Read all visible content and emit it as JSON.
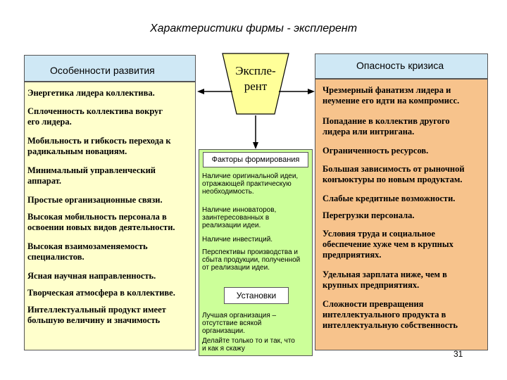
{
  "title": "Характеристики фирмы - эксплерент",
  "left": {
    "header": "Особенности развития",
    "items": [
      "Энергетика лидера коллектива.",
      "Сплоченность коллектива вокруг\nего лидера.",
      "Мобильность и гибкость перехода к\nрадикальным новациям.",
      "Минимальный управленческий\nаппарат.",
      "Простые организационные связи.",
      "Высокая мобильность персонала в\nосвоении новых видов деятельности.",
      "Высокая взаимозаменяемость\nспециалистов.",
      "Ясная научная направленность.",
      "Творческая атмосфера в коллективе.",
      "Интеллектуальный продукт имеет\nбольшую величину и значимость"
    ]
  },
  "center": {
    "label": "Экспле-\nрент",
    "factors_header": "Факторы формирования",
    "factors": [
      "Наличие оригинальной идеи,\nотражающей практическую\nнеобходимость.",
      "Наличие инноваторов,\nзаинтересованных в\nреализации идеи.",
      "Наличие инвестиций.",
      "Перспективы производства и\nсбыта продукции, полученной\nот реализации идеи."
    ],
    "settings_header": "Установки",
    "settings": [
      "Лучшая организация –\nотсутствие всякой\nорганизации.",
      "Делайте только то и так, что\nи как я скажу"
    ]
  },
  "right": {
    "header": "Опасность кризиса",
    "items": [
      "Чрезмерный фанатизм лидера и\nнеумение его идти на компромисс.",
      "Попадание в коллектив другого\nлидера или интригана.",
      "Ограниченность ресурсов.",
      "Большая зависимость от рыночной\nконъюктуры по новым продуктам.",
      "Слабые кредитные возможности.",
      "Перегрузки персонала.",
      "Условия труда и социальное\nобеспечение хуже чем в крупных\nпредприятиях.",
      "Удельная зарплата ниже, чем в\nкрупных предприятиях.",
      "Сложности превращения\nинтеллектуального продукта в\nинтеллектуальную собственность"
    ]
  },
  "page_number": "31"
}
